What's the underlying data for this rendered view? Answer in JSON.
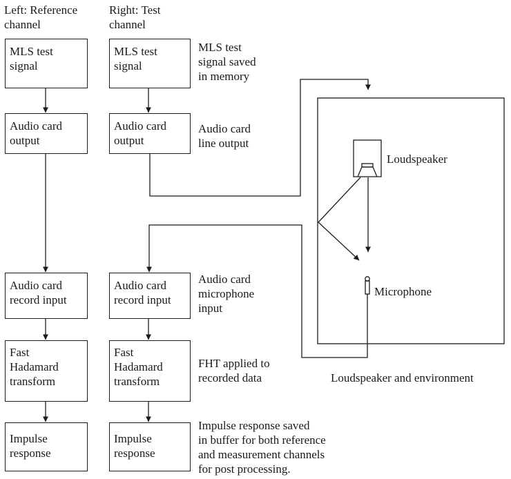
{
  "headers": {
    "left": "Left: Reference\nchannel",
    "right": "Right: Test\nchannel"
  },
  "left_channel": [
    "MLS test\nsignal",
    "Audio card\noutput",
    "Audio card\nrecord input",
    "Fast\nHadamard\ntransform",
    "Impulse\nresponse"
  ],
  "right_channel": [
    "MLS test\nsignal",
    "Audio card\noutput",
    "Audio card\nrecord input",
    "Fast\nHadamard\ntransform",
    "Impulse\nresponse"
  ],
  "annotations": {
    "mls": "MLS test\nsignal saved\nin memory",
    "line_output": "Audio card\nline output",
    "mic_input": "Audio card\nmicrophone\ninput",
    "fht": "FHT applied to\nrecorded data",
    "impulse": "Impulse response saved\nin buffer for both reference\nand measurement channels\nfor post processing."
  },
  "environment": {
    "loudspeaker": "Loudspeaker",
    "microphone": "Microphone",
    "caption": "Loudspeaker and environment"
  }
}
